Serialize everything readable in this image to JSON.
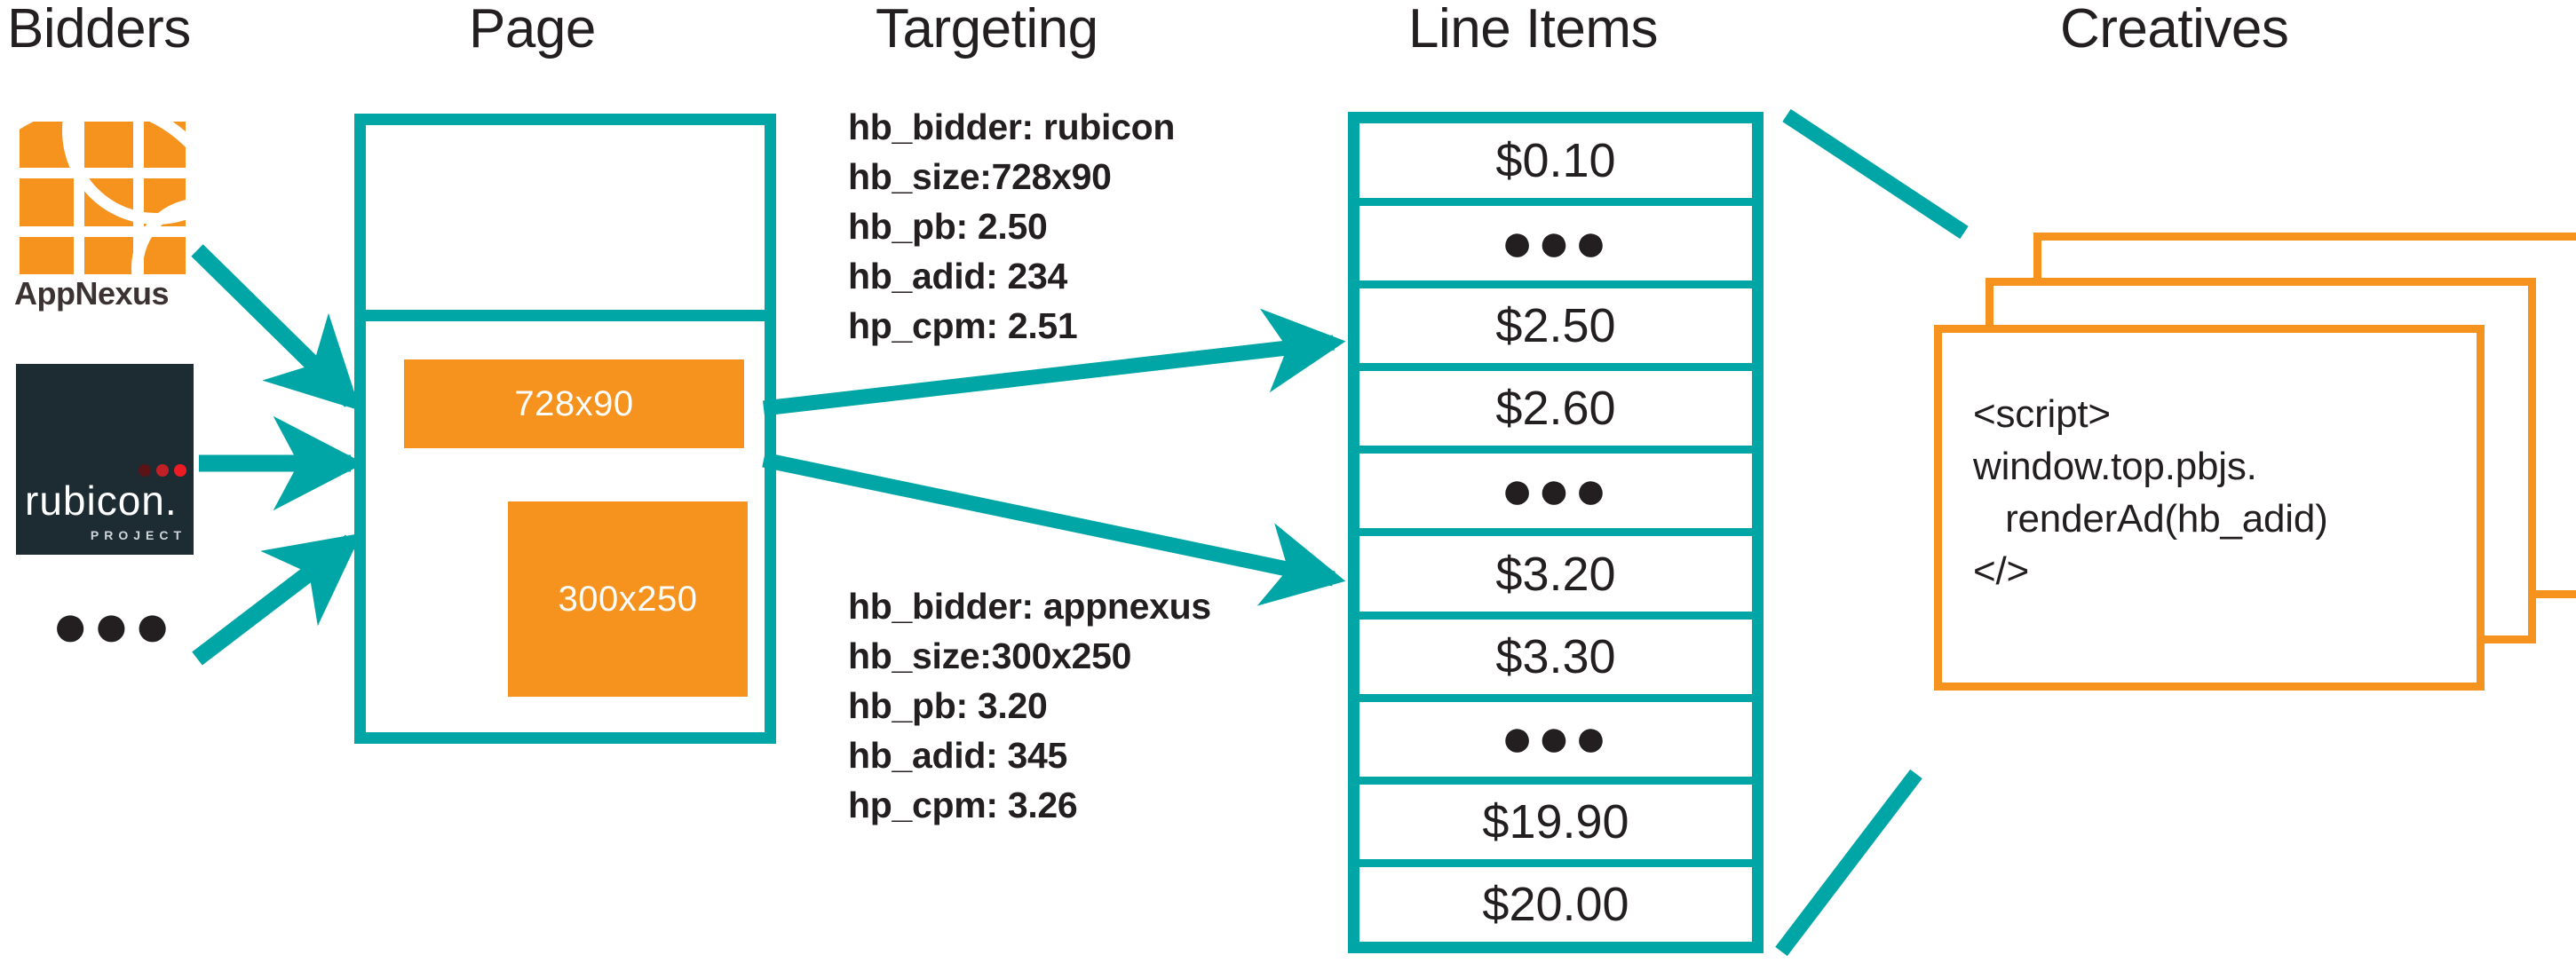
{
  "columns": {
    "bidders": "Bidders",
    "page": "Page",
    "targeting": "Targeting",
    "line_items": "Line Items",
    "creatives": "Creatives"
  },
  "bidders": {
    "appnexus": {
      "label": "AppNexus",
      "logo_color": "#f6921e",
      "icon": "appnexus-logo-icon"
    },
    "rubicon": {
      "wordmark": "rubicon.",
      "subtitle": "PROJECT",
      "background_color": "#1d2b33",
      "dot_colors": [
        "#5c1318",
        "#c12026",
        "#ed1c24"
      ],
      "icon": "rubicon-project-logo-icon"
    },
    "more_indicator": "●●●"
  },
  "page": {
    "slots": [
      {
        "label": "728x90",
        "color": "#f6921e"
      },
      {
        "label": "300x250",
        "color": "#f6921e"
      }
    ],
    "border_color": "#00a6a6"
  },
  "targeting": {
    "blocks": [
      {
        "lines": [
          "hb_bidder: rubicon",
          "hb_size:728x90",
          "hb_pb: 2.50",
          "hb_adid: 234",
          "hp_cpm: 2.51"
        ]
      },
      {
        "lines": [
          "hb_bidder: appnexus",
          "hb_size:300x250",
          "hb_pb: 3.20",
          "hb_adid: 345",
          "hp_cpm: 3.26"
        ]
      }
    ]
  },
  "line_items": {
    "border_color": "#00a6a6",
    "rows": [
      {
        "label": "$0.10",
        "ellipsis": false
      },
      {
        "label": "●●●",
        "ellipsis": true
      },
      {
        "label": "$2.50",
        "ellipsis": false
      },
      {
        "label": "$2.60",
        "ellipsis": false
      },
      {
        "label": "●●●",
        "ellipsis": true
      },
      {
        "label": "$3.20",
        "ellipsis": false
      },
      {
        "label": "$3.30",
        "ellipsis": false
      },
      {
        "label": "●●●",
        "ellipsis": true
      },
      {
        "label": "$19.90",
        "ellipsis": false
      },
      {
        "label": "$20.00",
        "ellipsis": false
      }
    ]
  },
  "creatives": {
    "border_color": "#f6921e",
    "code": "<script>\nwindow.top.pbjs.\n   renderAd(hb_adid)\n</>"
  },
  "colors": {
    "teal": "#00a6a6",
    "orange": "#f6921e",
    "ink": "#231f20",
    "rubicon_navy": "#1d2b33"
  }
}
